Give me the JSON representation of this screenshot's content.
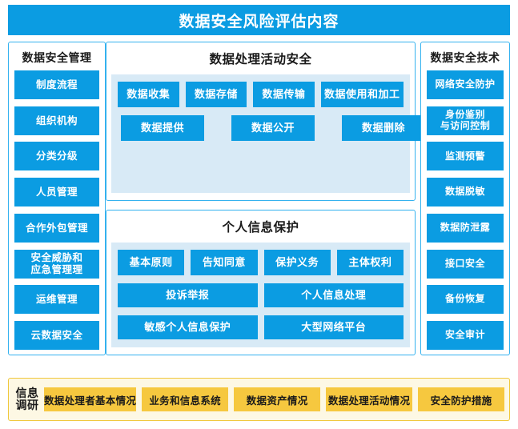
{
  "header": {
    "title": "数据安全风险评估内容",
    "background_color": "#0b9ce2",
    "text_color": "#ffffff"
  },
  "colors": {
    "accent_blue": "#0b9ce2",
    "border_blue": "#34b2ef",
    "inner_box_blue": "#d8eaf6",
    "accent_yellow": "#f6c83f",
    "survey_background": "#fdf8e4",
    "survey_border": "#f0c83c"
  },
  "left_panel": {
    "title": "数据安全管理",
    "items": [
      {
        "label": "制度流程"
      },
      {
        "label": "组织机构"
      },
      {
        "label": "分类分级"
      },
      {
        "label": "人员管理"
      },
      {
        "label": "合作外包管理"
      },
      {
        "label": "安全威胁和\n应急管理理"
      },
      {
        "label": "运维管理"
      },
      {
        "label": "云数据安全"
      }
    ]
  },
  "right_panel": {
    "title": "数据安全技术",
    "items": [
      {
        "label": "网络安全防护"
      },
      {
        "label": "身份鉴别\n与访问控制"
      },
      {
        "label": "监测预警"
      },
      {
        "label": "数据脱敏"
      },
      {
        "label": "数据防泄露"
      },
      {
        "label": "接口安全"
      },
      {
        "label": "备份恢复"
      },
      {
        "label": "安全审计"
      }
    ]
  },
  "activity_panel": {
    "title": "数据处理活动安全",
    "row1": [
      {
        "label": "数据收集"
      },
      {
        "label": "数据存储"
      },
      {
        "label": "数据传输"
      },
      {
        "label": "数据使用和加工"
      }
    ],
    "row2": [
      {
        "label": "数据提供"
      },
      {
        "label": "数据公开"
      },
      {
        "label": "数据删除"
      }
    ]
  },
  "privacy_panel": {
    "title": "个人信息保护",
    "row1": [
      {
        "label": "基本原则"
      },
      {
        "label": "告知同意"
      },
      {
        "label": "保护义务"
      },
      {
        "label": "主体权利"
      }
    ],
    "row2": [
      {
        "label": "投诉举报"
      },
      {
        "label": "个人信息处理"
      }
    ],
    "row3": [
      {
        "label": "敏感个人信息保护"
      },
      {
        "label": "大型网络平台"
      }
    ]
  },
  "survey_bar": {
    "label": "信息\n调研",
    "items": [
      {
        "label": "数据处理者基本情况"
      },
      {
        "label": "业务和信息系统"
      },
      {
        "label": "数据资产情况"
      },
      {
        "label": "数据处理活动情况"
      },
      {
        "label": "安全防护措施"
      }
    ]
  }
}
